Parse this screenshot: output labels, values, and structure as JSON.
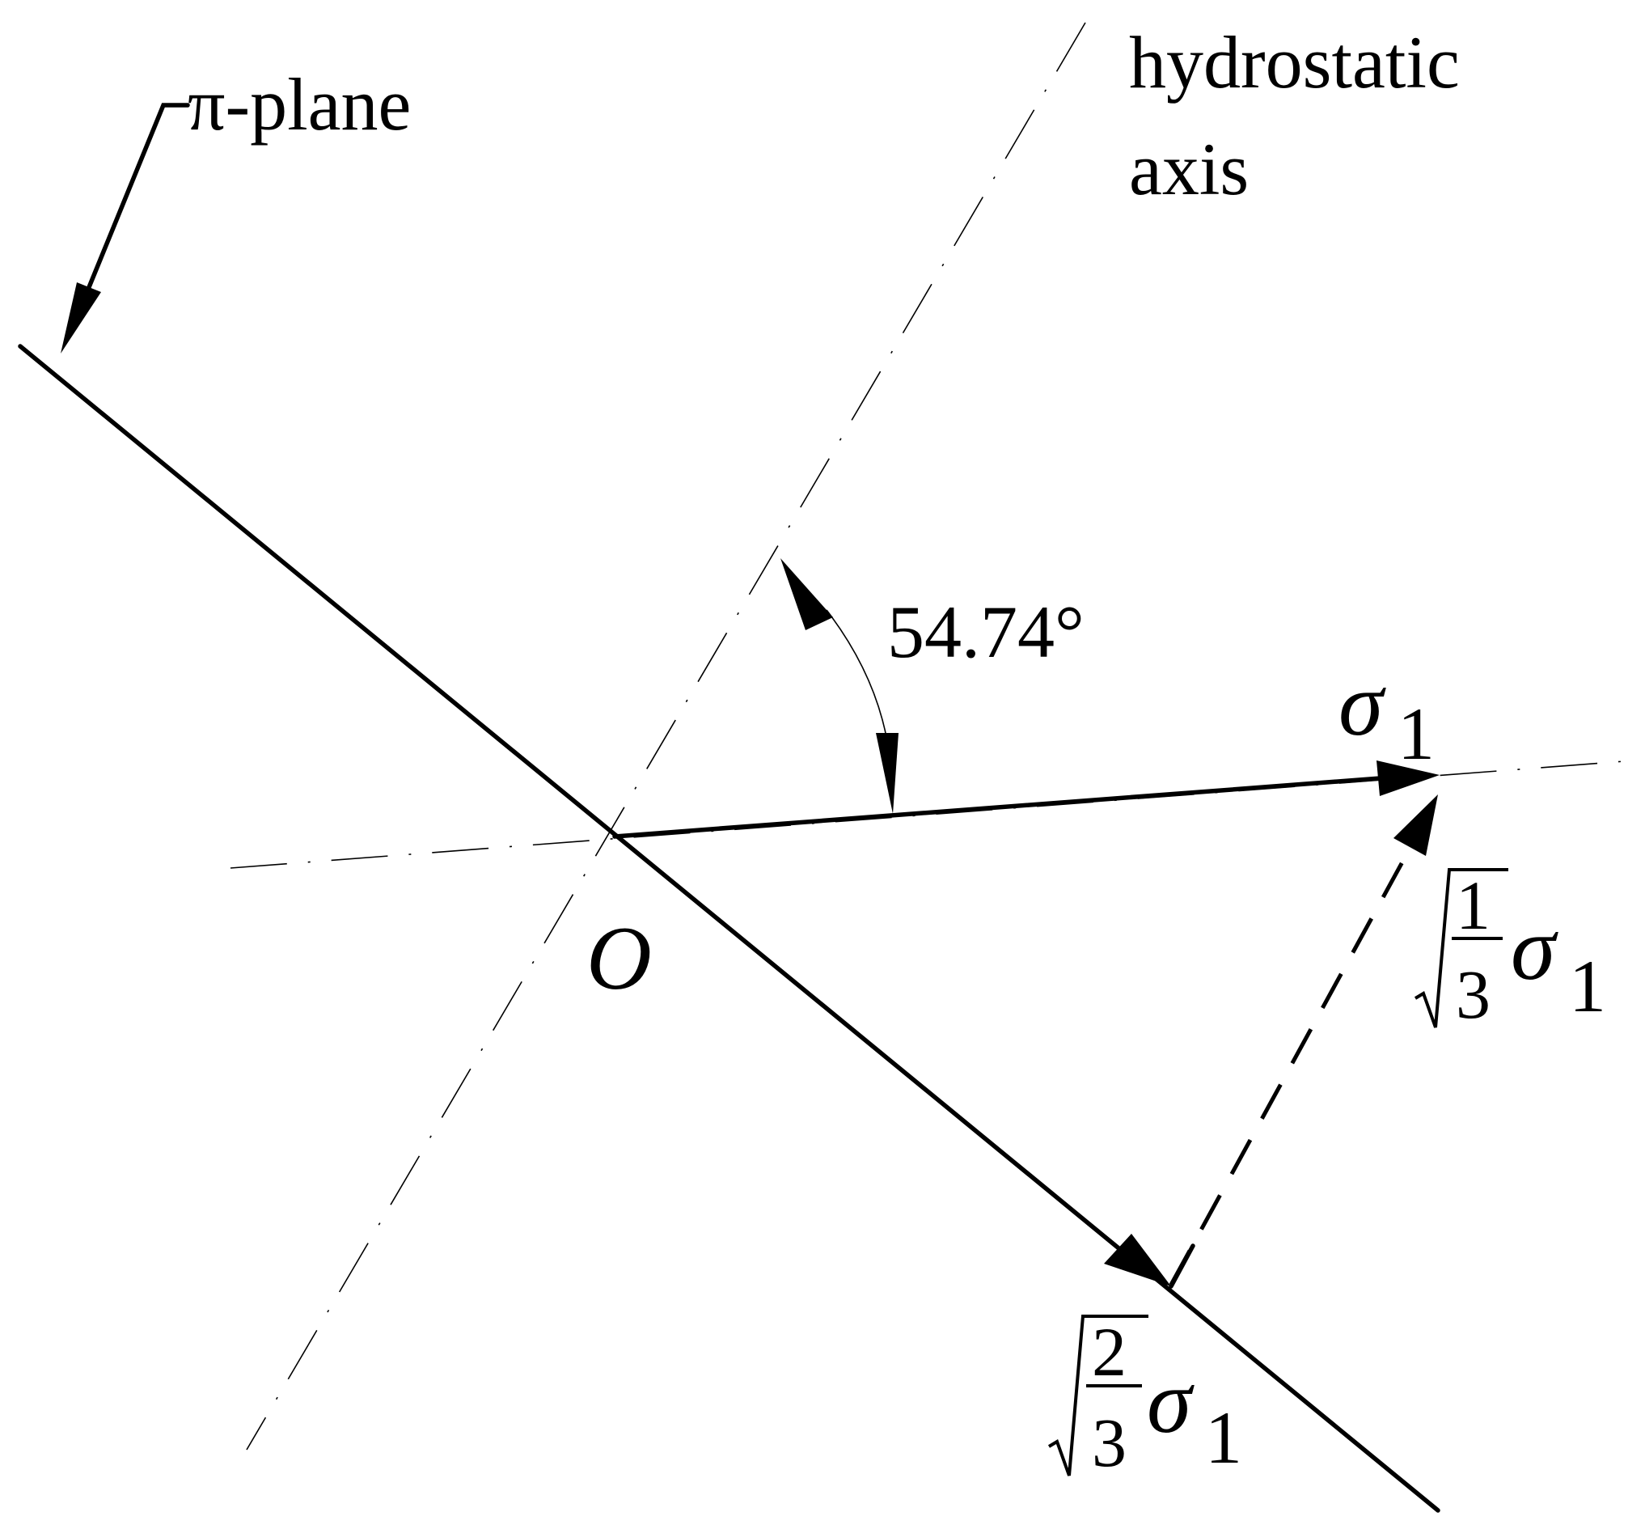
{
  "labels": {
    "pi_plane": "π-plane",
    "hydrostatic_line1": "hydrostatic",
    "hydrostatic_line2": "axis",
    "angle": "54.74°",
    "origin": "O",
    "sigma_symbol": "σ",
    "sigma_subscript": "1",
    "frac_one_num": "1",
    "frac_one_den": "3",
    "frac_two_num": "2",
    "frac_two_den": "3"
  },
  "angle_degrees": 54.74
}
